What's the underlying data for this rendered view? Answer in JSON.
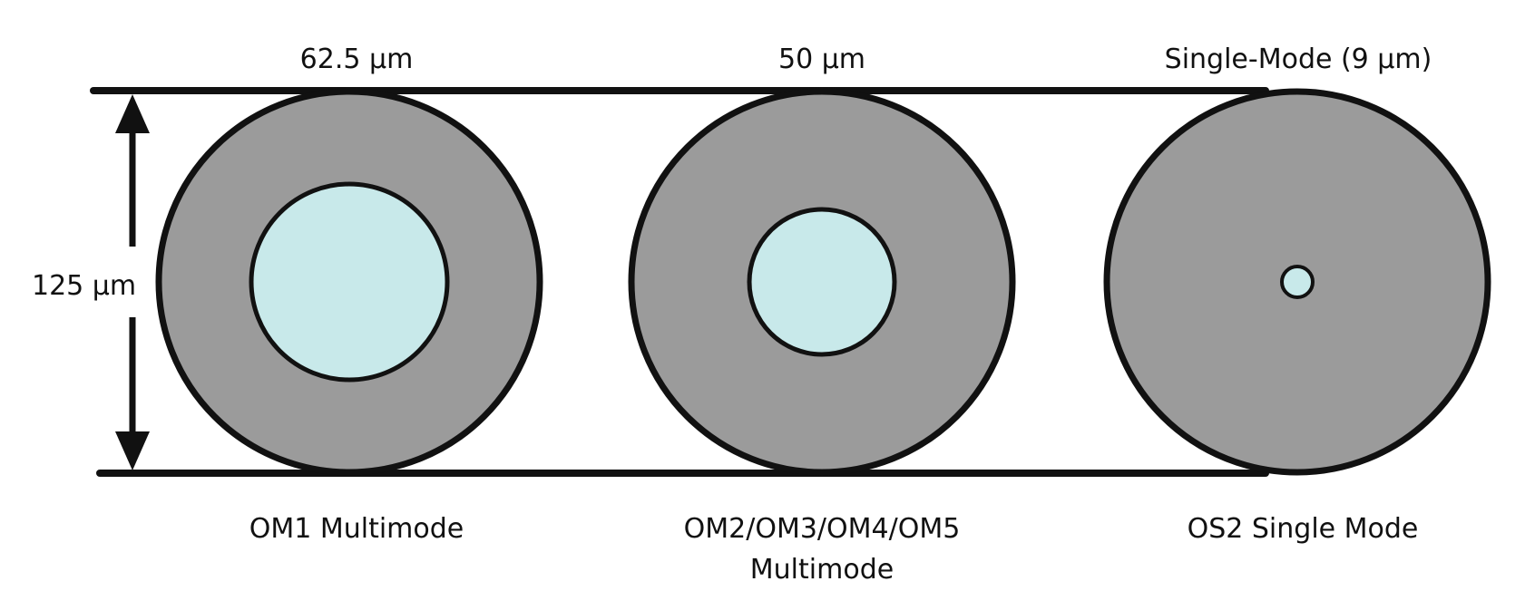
{
  "dimension_label": "125 µm",
  "colors": {
    "cladding": "#9b9b9b",
    "core": "#c8e9ea",
    "stroke": "#111111",
    "background": "#ffffff"
  },
  "fibers": [
    {
      "core_label": "62.5 µm",
      "type_label_line1": "OM1 Multimode",
      "type_label_line2": ""
    },
    {
      "core_label": "50 µm",
      "type_label_line1": "OM2/OM3/OM4/OM5",
      "type_label_line2": "Multimode"
    },
    {
      "core_label": "Single-Mode (9 µm)",
      "type_label_line1": "OS2 Single Mode",
      "type_label_line2": ""
    }
  ]
}
